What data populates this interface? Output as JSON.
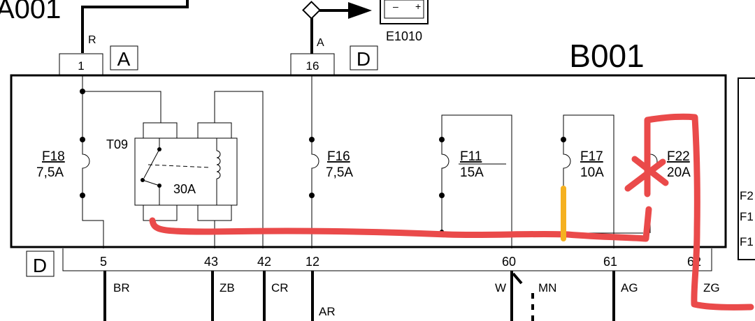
{
  "colors": {
    "line": "#000000",
    "highlight_red": "#ea4a4a",
    "highlight_orange": "#f5b120",
    "background": "#ffffff"
  },
  "header_fragment": "A001",
  "module_label": "B001",
  "connectors": {
    "top_left": {
      "pin": "1",
      "letter": "A",
      "wire": "R"
    },
    "top_mid": {
      "pin": "16",
      "letter": "D",
      "wire": "A"
    },
    "bottom": {
      "letter": "D"
    }
  },
  "battery": {
    "label": "E1010",
    "minus": "–",
    "plus": "+"
  },
  "relay": {
    "id": "T09",
    "rating": "30A"
  },
  "fuses": [
    {
      "id": "F18",
      "rating": "7,5A"
    },
    {
      "id": "F16",
      "rating": "7,5A"
    },
    {
      "id": "F11",
      "rating": "15A"
    },
    {
      "id": "F17",
      "rating": "10A"
    },
    {
      "id": "F22",
      "rating": "20A"
    }
  ],
  "bottom_pins": [
    "5",
    "43",
    "42",
    "12",
    "60",
    "61",
    "62"
  ],
  "wires": [
    "BR",
    "ZB",
    "CR",
    "AR",
    "W",
    "MN",
    "AG",
    "ZG"
  ],
  "right_panel_labels": [
    "F2",
    "F1",
    "F1"
  ]
}
